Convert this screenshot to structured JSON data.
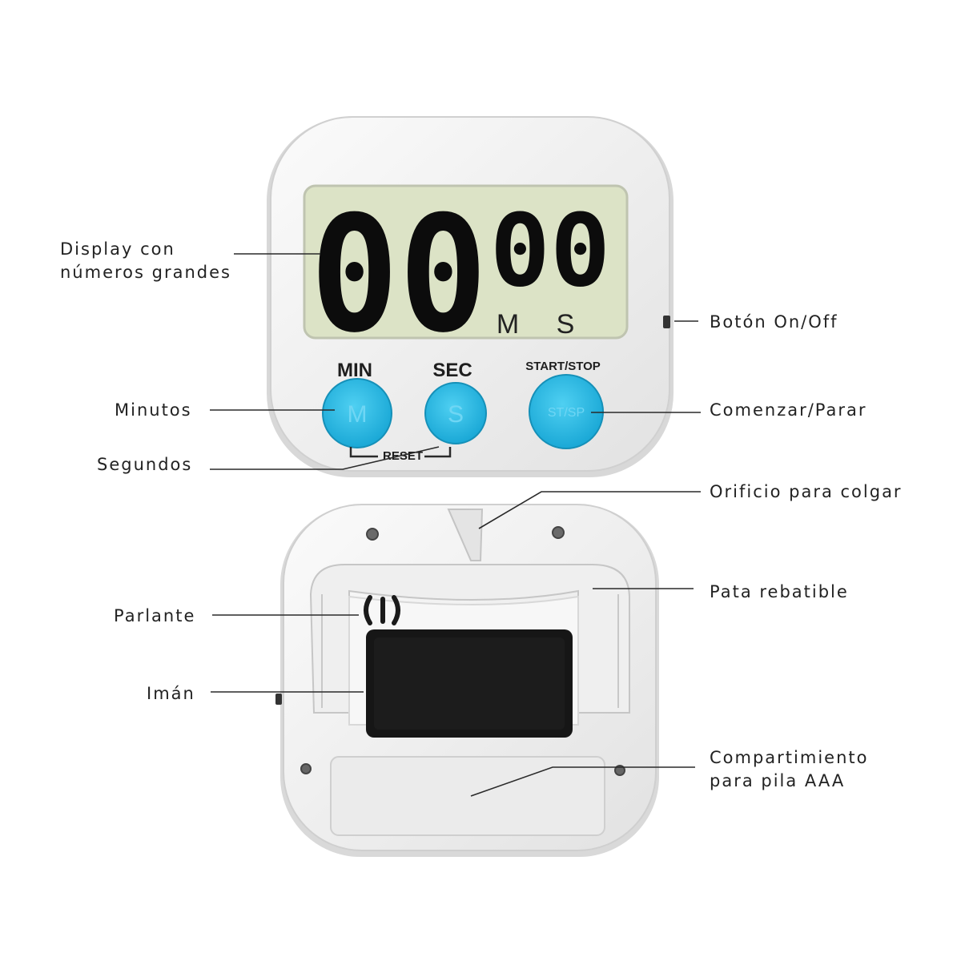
{
  "device_front": {
    "display": {
      "minutes": "00",
      "seconds": "00",
      "unit_minutes": "M",
      "unit_seconds": "S"
    },
    "buttons": [
      {
        "label": "MIN",
        "face": "M"
      },
      {
        "label": "SEC",
        "face": "S"
      },
      {
        "label": "START/STOP",
        "face": "ST/SP"
      }
    ],
    "reset_label": "RESET"
  },
  "callouts": {
    "display": [
      "Display con",
      "números grandes"
    ],
    "on_off": "Botón On/Off",
    "minutes": "Minutos",
    "start_stop": "Comenzar/Parar",
    "seconds": "Segundos",
    "hang_hole": "Orificio para colgar",
    "stand": "Pata rebatible",
    "speaker": "Parlante",
    "magnet": "Imán",
    "battery": [
      "Compartimiento",
      "para pila AAA"
    ]
  },
  "colors": {
    "body": "#f3f3f3",
    "lcd": "#dce3c6",
    "button": "#22b8e2",
    "magnet": "#161616"
  }
}
